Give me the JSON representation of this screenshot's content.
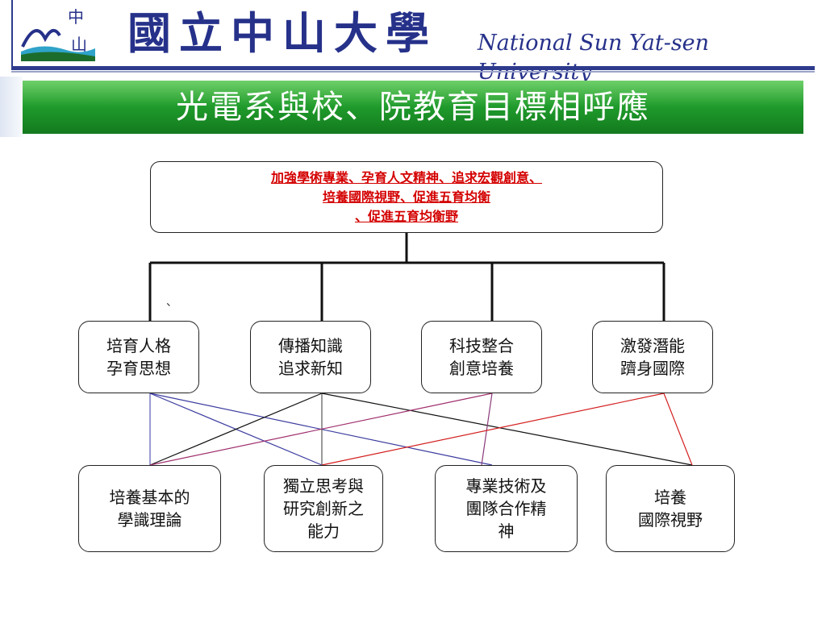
{
  "header": {
    "cn_name": "國立中山大學",
    "en_name": "National Sun Yat-sen University"
  },
  "title": "光電系與校、院教育目標相呼應",
  "top_box": {
    "lines": [
      "加強學術專業、孕育人文精神、追求宏觀創意、",
      "培養國際視野、促進五育均衡",
      "、促進五育均衡野"
    ]
  },
  "tick_mark": "、",
  "middle_boxes": [
    {
      "line1": "培育人格",
      "line2": "孕育思想"
    },
    {
      "line1": "傳播知識",
      "line2": "追求新知"
    },
    {
      "line1": "科技整合",
      "line2": "創意培養"
    },
    {
      "line1": "激發潛能",
      "line2": "躋身國際"
    }
  ],
  "bottom_boxes": [
    {
      "lines": [
        "培養基本的",
        "學識理論"
      ]
    },
    {
      "lines": [
        "獨立思考與",
        "研究創新之",
        "能力"
      ]
    },
    {
      "lines": [
        "專業技術及",
        "團隊合作精",
        "神"
      ]
    },
    {
      "lines": [
        "培養",
        "國際視野"
      ]
    }
  ],
  "colors": {
    "title_bar": "#1f9a2b",
    "brand_blue": "#26318a",
    "emphasis_red": "#d40000"
  }
}
